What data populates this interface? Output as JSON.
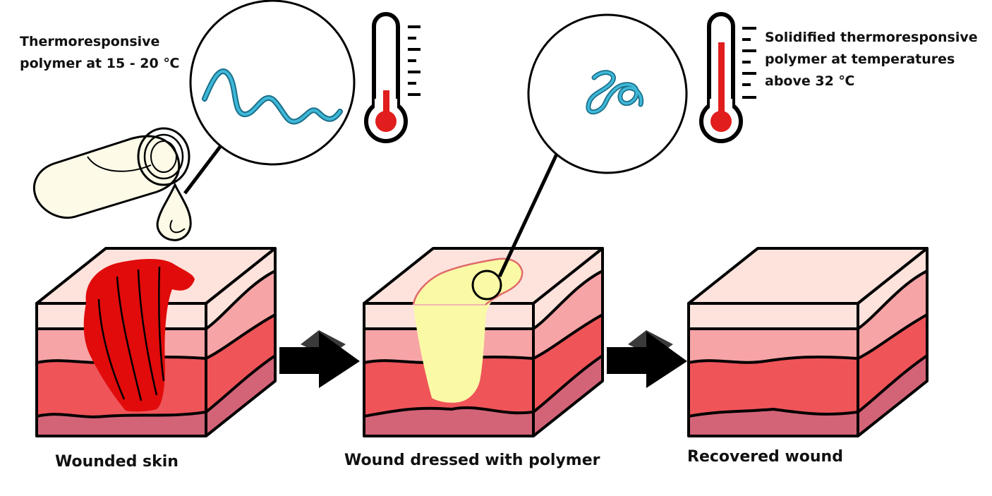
{
  "notes": {
    "cold": {
      "lines": [
        "Thermoresponsive",
        "polymer at 15 - 20 ℃"
      ]
    },
    "warm": {
      "lines": [
        "Solidified thermoresponsive",
        "polymer at temperatures",
        "above 32 ℃"
      ]
    }
  },
  "captions": {
    "wounded": "Wounded skin",
    "dressed": "Wound dressed with polymer",
    "recovered": "Recovered wound"
  },
  "thermometers": {
    "cold_level": "low",
    "warm_level": "high"
  },
  "colors": {
    "skin_top": "#fde3dc",
    "layer_pink": "#f7a4a6",
    "layer_red": "#ef5459",
    "layer_deep": "#d36478",
    "wound": "#e10b0b",
    "polymer_gel": "#fafaa6",
    "polymer_chain": "#1f93b6",
    "thermometer_red": "#e11d1d",
    "arrow": "#000000"
  }
}
